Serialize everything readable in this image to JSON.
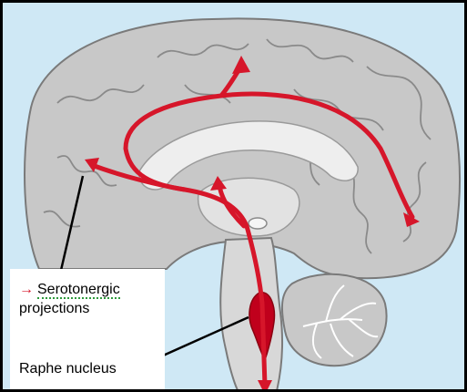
{
  "legend": {
    "arrow_symbol": "→",
    "term": "Serotonergic",
    "term_suffix": "projections"
  },
  "labels": {
    "raphe": "Raphe nucleus"
  },
  "colors": {
    "background": "#cfe8f5",
    "brain_fill": "#c8c8c8",
    "brain_outline": "#7a7a7a",
    "white_matter": "#eeeeee",
    "projection_red": "#d6162a",
    "nucleus_red": "#c0001c"
  }
}
